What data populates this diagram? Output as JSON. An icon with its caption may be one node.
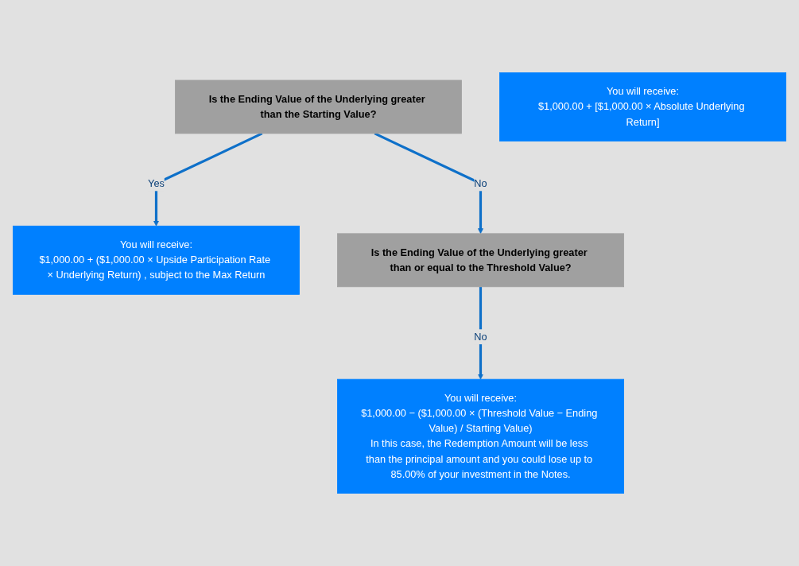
{
  "diagram": {
    "nodes": [
      {
        "text": [
          "Is the Ending Value of the Underlying greater than the Starting Value?"
        ]
      },
      {
        "text": [
          "You will receive:",
          "$1,000.00 + ($1,000.00 × Upside Participation Rate × Underlying Return) , subject to the Max Return"
        ]
      },
      {
        "text": [
          "Is the Ending Value of the Underlying greater than or equal to the Threshold Value?"
        ]
      },
      {
        "text": [
          "You will receive:",
          "$1,000.00 + [$1,000.00 × Absolute Underlying Return]"
        ]
      },
      {
        "text": [
          "You will receive:",
          "$1,000.00 − ($1,000.00 × (Threshold Value − Ending Value) / Starting Value)",
          "In this case, the Redemption Amount will be less than the principal amount and you could lose up to 85.00% of your investment in the Notes."
        ]
      }
    ],
    "edges": [
      {
        "from": 0,
        "to": 1,
        "arrow": "to",
        "label": "Yes"
      },
      {
        "from": 0,
        "to": 2,
        "arrow": "to",
        "label": "No"
      },
      {
        "from": 2,
        "to": 4,
        "arrow": "to",
        "label": "No"
      }
    ]
  }
}
